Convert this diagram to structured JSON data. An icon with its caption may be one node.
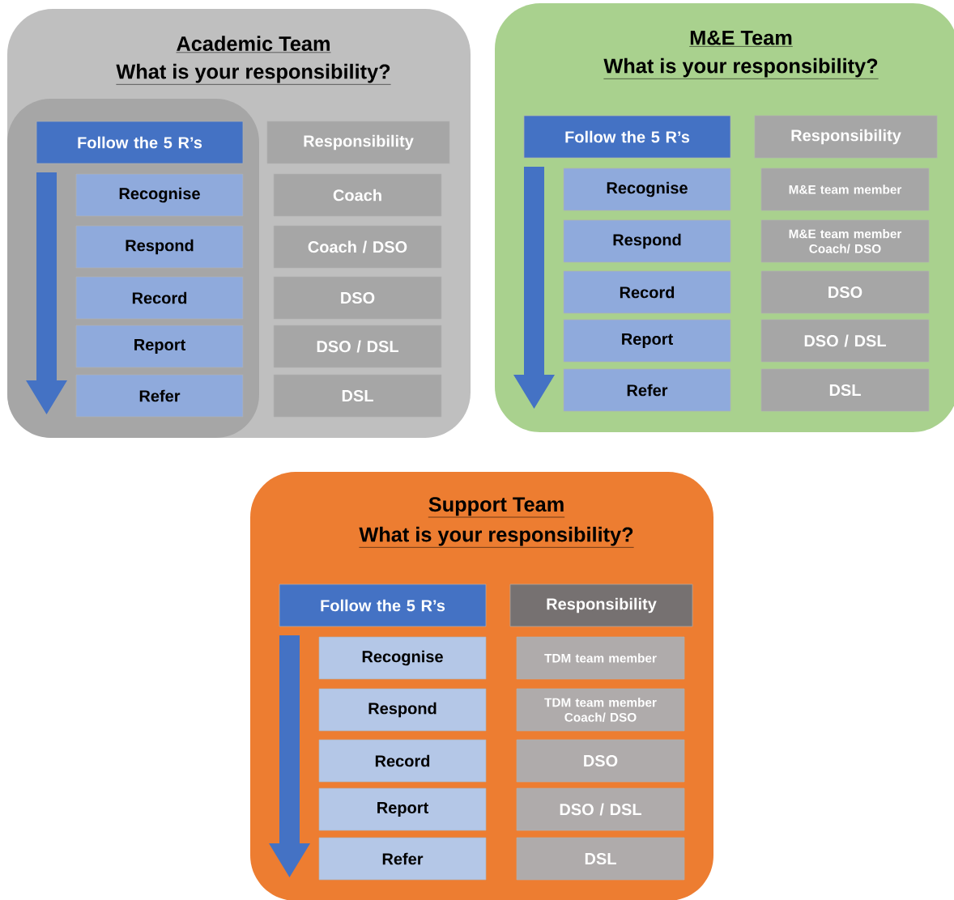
{
  "diagram": {
    "nodes": [
      {
        "text": [
          "Academic Team",
          "What is your responsibility?"
        ]
      },
      {
        "text": [],
        "shape": "box",
        "in": 0
      },
      {
        "text": [
          "Follow the 5 R’s"
        ],
        "in": 1
      },
      {
        "text": [
          "Recognise"
        ],
        "in": 1
      },
      {
        "text": [
          "Respond"
        ],
        "in": 1
      },
      {
        "text": [
          "Record"
        ],
        "in": 1
      },
      {
        "text": [
          "Report"
        ],
        "in": 1
      },
      {
        "text": [
          "Refer"
        ],
        "in": 1
      },
      {
        "text": [
          "Responsibility"
        ],
        "in": 0
      },
      {
        "text": [
          "Coach"
        ],
        "in": 0
      },
      {
        "text": [
          "Coach / DSO"
        ],
        "in": 0
      },
      {
        "text": [
          "DSO"
        ],
        "in": 0
      },
      {
        "text": [
          "DSO / DSL"
        ],
        "in": 0
      },
      {
        "text": [
          "DSL"
        ],
        "in": 0
      },
      {
        "text": [
          "M&E Team",
          "What is your responsibility?"
        ]
      },
      {
        "text": [
          "Follow the 5 R’s"
        ],
        "in": 14
      },
      {
        "text": [
          "Recognise"
        ],
        "in": 14
      },
      {
        "text": [
          "Respond"
        ],
        "in": 14
      },
      {
        "text": [
          "Record"
        ],
        "in": 14
      },
      {
        "text": [
          "Report"
        ],
        "in": 14
      },
      {
        "text": [
          "Refer"
        ],
        "in": 14
      },
      {
        "text": [
          "Responsibility"
        ],
        "in": 14
      },
      {
        "text": [
          "M&E team member"
        ],
        "in": 14
      },
      {
        "text": [
          "M&E team member Coach/ DSO"
        ],
        "in": 14
      },
      {
        "text": [
          "DSO"
        ],
        "in": 14
      },
      {
        "text": [
          "DSO / DSL"
        ],
        "in": 14
      },
      {
        "text": [
          "DSL"
        ],
        "in": 14
      },
      {
        "text": [
          "Support Team",
          "What is your responsibility?"
        ]
      },
      {
        "text": [
          "Follow the 5 R’s"
        ],
        "in": 27
      },
      {
        "text": [
          "Recognise"
        ],
        "in": 27
      },
      {
        "text": [
          "Respond"
        ],
        "in": 27
      },
      {
        "text": [
          "Record"
        ],
        "in": 27
      },
      {
        "text": [
          "Report"
        ],
        "in": 27
      },
      {
        "text": [
          "Refer"
        ],
        "in": 27
      },
      {
        "text": [
          "Responsibility"
        ],
        "in": 27
      },
      {
        "text": [
          "TDM team member"
        ],
        "in": 27
      },
      {
        "text": [
          "TDM team member Coach/ DSO"
        ],
        "in": 27
      },
      {
        "text": [
          "DSO"
        ],
        "in": 27
      },
      {
        "text": [
          "DSO / DSL"
        ],
        "in": 27
      },
      {
        "text": [
          "DSL"
        ],
        "in": 27
      }
    ]
  }
}
